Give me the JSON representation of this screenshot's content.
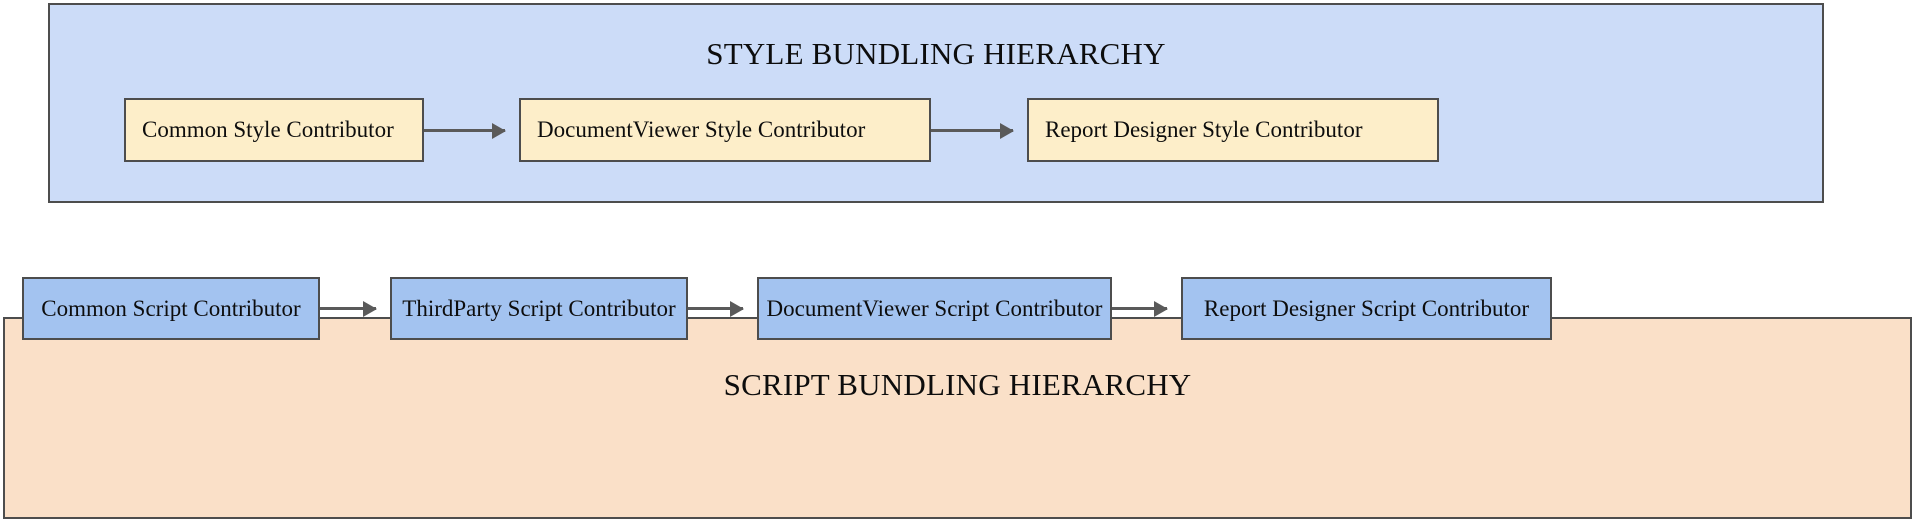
{
  "diagram": {
    "background_color": "#ffffff",
    "edge_color": "#5a5a5a",
    "border_color": "#4d4d4d"
  },
  "style_cluster": {
    "title": "STYLE BUNDLING HIERARCHY",
    "fill_color": "#ccdcf8",
    "node_fill_color": "#fdeec9",
    "nodes": [
      {
        "id": "common",
        "label": "Common Style Contributor"
      },
      {
        "id": "documentviewer",
        "label": "DocumentViewer Style Contributor"
      },
      {
        "id": "reportdesigner",
        "label": "Report Designer Style Contributor"
      }
    ],
    "edges": [
      {
        "from": "Common Style Contributor",
        "to": "DocumentViewer Style Contributor"
      },
      {
        "from": "DocumentViewer Style Contributor",
        "to": "Report Designer Style Contributor"
      }
    ]
  },
  "script_cluster": {
    "title": "SCRIPT BUNDLING HIERARCHY",
    "fill_color": "#fae0c8",
    "node_fill_color": "#a3c3f0",
    "nodes": [
      {
        "id": "common",
        "label": "Common Script Contributor"
      },
      {
        "id": "thirdparty",
        "label": "ThirdParty Script Contributor"
      },
      {
        "id": "documentviewer",
        "label": "DocumentViewer Script Contributor"
      },
      {
        "id": "reportdesigner",
        "label": "Report Designer Script Contributor"
      }
    ],
    "edges": [
      {
        "from": "Common Script Contributor",
        "to": "ThirdParty Script Contributor"
      },
      {
        "from": "ThirdParty Script Contributor",
        "to": "DocumentViewer Script Contributor"
      },
      {
        "from": "DocumentViewer Script Contributor",
        "to": "Report Designer Script Contributor"
      }
    ]
  }
}
